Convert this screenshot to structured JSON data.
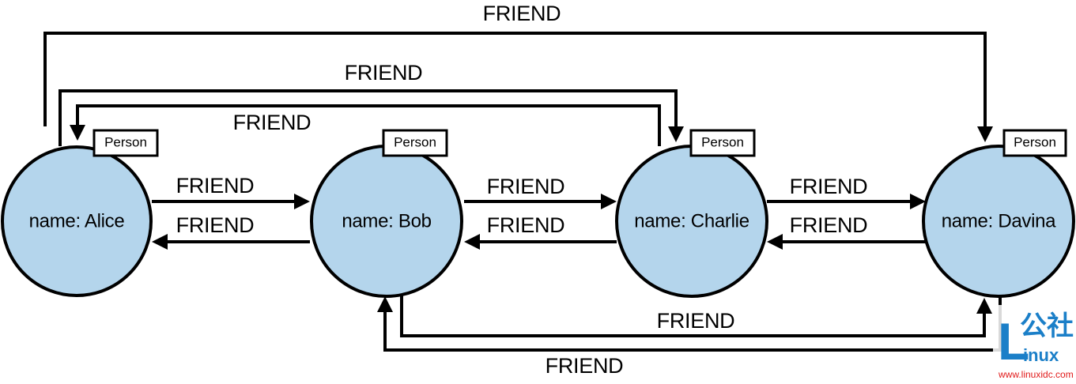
{
  "nodes": [
    {
      "id": "alice",
      "label": "name: Alice",
      "tag": "Person"
    },
    {
      "id": "bob",
      "label": "name: Bob",
      "tag": "Person"
    },
    {
      "id": "charlie",
      "label": "name: Charlie",
      "tag": "Person"
    },
    {
      "id": "davina",
      "label": "name: Davina",
      "tag": "Person"
    }
  ],
  "edges": [
    {
      "id": "alice-bob",
      "from": "alice",
      "to": "bob",
      "label": "FRIEND"
    },
    {
      "id": "bob-alice",
      "from": "bob",
      "to": "alice",
      "label": "FRIEND"
    },
    {
      "id": "bob-charlie",
      "from": "bob",
      "to": "charlie",
      "label": "FRIEND"
    },
    {
      "id": "charlie-bob",
      "from": "charlie",
      "to": "bob",
      "label": "FRIEND"
    },
    {
      "id": "charlie-davina",
      "from": "charlie",
      "to": "davina",
      "label": "FRIEND"
    },
    {
      "id": "davina-charlie",
      "from": "davina",
      "to": "charlie",
      "label": "FRIEND"
    },
    {
      "id": "alice-davina",
      "from": "alice",
      "to": "davina",
      "label": "FRIEND"
    },
    {
      "id": "alice-charlie",
      "from": "alice",
      "to": "charlie",
      "label": "FRIEND"
    },
    {
      "id": "charlie-alice",
      "from": "charlie",
      "to": "alice",
      "label": "FRIEND"
    },
    {
      "id": "bob-davina",
      "from": "bob",
      "to": "davina",
      "label": "FRIEND"
    },
    {
      "id": "davina-bob",
      "from": "davina",
      "to": "bob",
      "label": "FRIEND"
    }
  ],
  "colors": {
    "node_fill": "#b4d5ec",
    "stroke": "#000000",
    "watermark_blue": "#1b7fc8",
    "watermark_red": "#e11a1a"
  },
  "watermark": {
    "logo_letter": "L",
    "logo_chinese": "公社",
    "logo_suffix": "inux",
    "url": "www.linuxidc.com"
  }
}
